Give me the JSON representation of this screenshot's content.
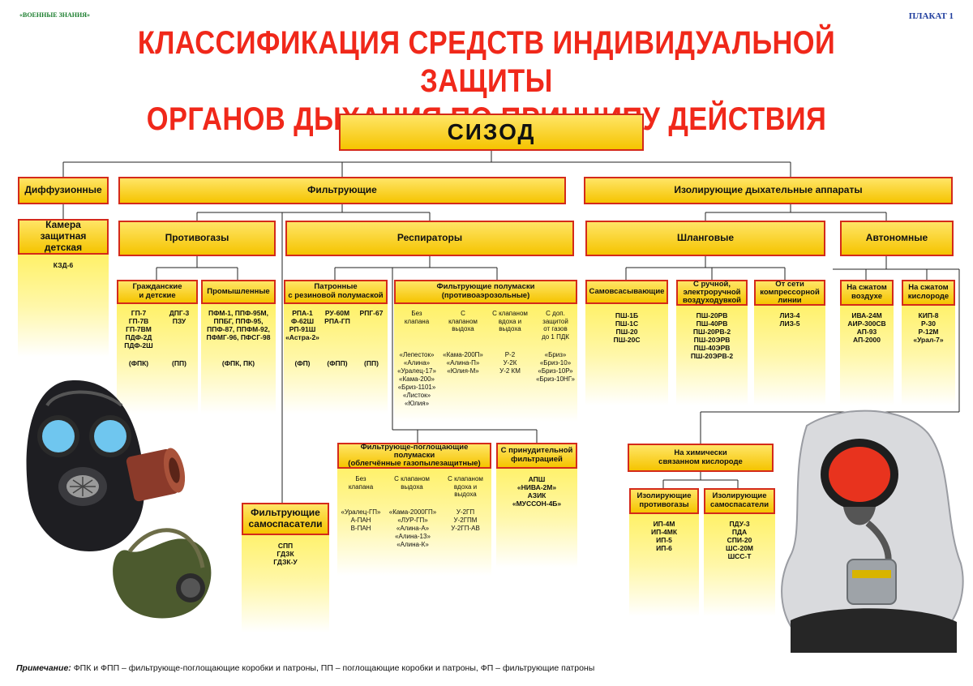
{
  "header": {
    "series": "«ВОЕННЫЕ ЗНАНИЯ»",
    "poster": "ПЛАКАТ 1",
    "title_line1": "КЛАССИФИКАЦИЯ СРЕДСТВ ИНДИВИДУАЛЬНОЙ ЗАЩИТЫ",
    "title_line2": "ОРГАНОВ ДЫХАНИЯ ПО ПРИНЦИПУ ДЕЙСТВИЯ"
  },
  "root": "СИЗОД",
  "level1": {
    "diffusion": "Диффузионные",
    "filtering": "Фильтрующие",
    "isolating": "Изолирующие дыхательные аппараты"
  },
  "diffusion": {
    "camera": "Камера\nзащитная\nдетская",
    "camera_items": "КЗД-6"
  },
  "filtering": {
    "gasmasks": "Противогазы",
    "respirators": "Респираторы",
    "civil": "Гражданские\nи детские",
    "civil_col1": "ГП-7\nГП-7В\nГП-7ВМ\nПДФ-2Д\nПДФ-2Ш",
    "civil_col1_note": "(ФПК)",
    "civil_col2": "ДПГ-3\nПЗУ",
    "civil_col2_note": "(ПП)",
    "industrial": "Промышленные",
    "industrial_items": "ПФМ-1, ППФ-95М,\nППБГ, ППФ-95,\nППФ-87, ППФМ-92,\nПФМГ-96, ПФСГ-98",
    "industrial_note": "(ФПК, ПК)",
    "cartridge": "Патронные\nс резиновой полумаской",
    "cart_col1": "РПА-1\nФ-62Ш\nРП-91Ш\n«Астра-2»",
    "cart_col1_note": "(ФП)",
    "cart_col2": "РУ-60М\nРПА-ГП",
    "cart_col2_note": "(ФПП)",
    "cart_col3": "РПГ-67",
    "cart_col3_note": "(ПП)",
    "halfmasks": "Фильтрующие полумаски\n(противоаэрозольные)",
    "hm_sub1": "Без\nклапана",
    "hm_sub2": "С\nклапаном\nвыдоха",
    "hm_sub3": "С клапаном\nвдоха и\nвыдоха",
    "hm_sub4": "С доп.\nзащитой\nот газов\nдо 1 ПДК",
    "hm_col1": "«Лепесток»\n«Алина»\n«Уралец-17»\n«Кама-200»\n«Бриз-1101»\n«Листок»\n«Юлия»",
    "hm_col2": "«Кама-200П»\n«Алина-П»\n«Юлия-М»",
    "hm_col3": "Р-2\nУ-2К\nУ-2 КМ",
    "hm_col4": "«Бриз»\n«Бриз-10»\n«Бриз-10Р»\n«Бриз-10НГ»",
    "self_rescuers": "Фильтрующие\nсамоспасатели",
    "self_rescuers_items": "СПП\nГДЗК\nГДЗК-У",
    "gasabs": "Фильтрующе-поглощающие\nполумаски\n(облегчённые газопылезащитные)",
    "ga_sub1": "Без\nклапана",
    "ga_sub2": "С клапаном\nвыдоха",
    "ga_sub3": "С клапаном\nвдоха и\nвыдоха",
    "ga_col1": "«Уралец-ГП»\nА-ПАН\nВ-ПАН",
    "ga_col2": "«Кама-2000ГП»\n«ЛУР-ГП»\n«Алина-А»\n«Алина-13»\n«Алина-К»",
    "ga_col3": "У-2ГП\nУ-2ГПМ\nУ-2ГП-АВ",
    "forced": "С принудительной\nфильтрацией",
    "forced_items": "АПШ\n«НИВА-2М»\nАЗИК\n«МУССОН-4Б»"
  },
  "isolating": {
    "hose": "Шланговые",
    "autonomous": "Автономные",
    "self_suction": "Самовсасывающие",
    "self_suction_items": "ПШ-1Б\nПШ-1С\nПШ-20\nПШ-20С",
    "manual": "С ручной,\nэлектроручной\nвоздуходувкой",
    "manual_items": "ПШ-20РВ\nПШ-40РВ\nПШ-20РВ-2\nПШ-20ЭРВ\nПШ-40ЭРВ\nПШ-20ЭРВ-2",
    "compressor": "От сети\nкомпрессорной\nлинии",
    "compressor_items": "ЛИЗ-4\nЛИЗ-5",
    "air": "На сжатом\nвоздухе",
    "air_items": "ИВА-24М\nАИР-300СВ\nАП-93\nАП-2000",
    "oxygen": "На сжатом\nкислороде",
    "oxygen_items": "КИП-8\nР-30\nР-12М\n«Урал-7»",
    "chemical": "На химически\nсвязанном кислороде",
    "iso_gasmasks": "Изолирующие\nпротивогазы",
    "iso_gasmasks_items": "ИП-4М\nИП-4МК\nИП-5\nИП-6",
    "iso_rescuers": "Изолирующие\nсамоспасатели",
    "iso_rescuers_items": "ПДУ-3\nПДА\nСПИ-20\nШС-20М\nШСС-Т"
  },
  "note": {
    "label": "Примечание:",
    "text": " ФПК и ФПП – фильтрующе-поглощающие коробки  и патроны, ПП – поглощающие коробки и патроны, ФП – фильтрующие патроны"
  },
  "icons": [
    "gas-mask-icon",
    "respirator-icon",
    "hood-apparatus-icon"
  ]
}
